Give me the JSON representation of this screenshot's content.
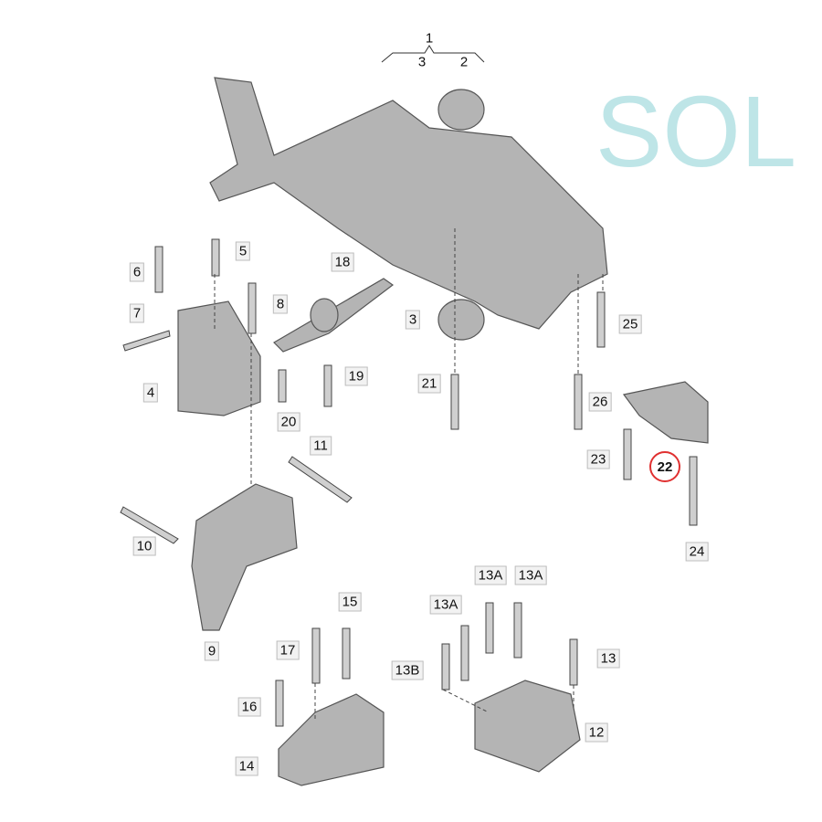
{
  "diagram": {
    "watermark": "SOL",
    "highlight_color": "#e03030",
    "part_color": "#a8a8a8",
    "labels": [
      {
        "id": "1",
        "text": "1"
      },
      {
        "id": "3a",
        "text": "3"
      },
      {
        "id": "2",
        "text": "2"
      },
      {
        "id": "6",
        "text": "6"
      },
      {
        "id": "5",
        "text": "5"
      },
      {
        "id": "8",
        "text": "8"
      },
      {
        "id": "7",
        "text": "7"
      },
      {
        "id": "18",
        "text": "18"
      },
      {
        "id": "3b",
        "text": "3"
      },
      {
        "id": "25",
        "text": "25"
      },
      {
        "id": "4",
        "text": "4"
      },
      {
        "id": "19",
        "text": "19"
      },
      {
        "id": "21",
        "text": "21"
      },
      {
        "id": "26",
        "text": "26"
      },
      {
        "id": "20",
        "text": "20"
      },
      {
        "id": "11",
        "text": "11"
      },
      {
        "id": "23",
        "text": "23"
      },
      {
        "id": "22",
        "text": "22"
      },
      {
        "id": "10",
        "text": "10"
      },
      {
        "id": "24",
        "text": "24"
      },
      {
        "id": "9",
        "text": "9"
      },
      {
        "id": "15",
        "text": "15"
      },
      {
        "id": "13Aa",
        "text": "13A"
      },
      {
        "id": "13Ab",
        "text": "13A"
      },
      {
        "id": "13Ac",
        "text": "13A"
      },
      {
        "id": "17",
        "text": "17"
      },
      {
        "id": "13",
        "text": "13"
      },
      {
        "id": "13B",
        "text": "13B"
      },
      {
        "id": "16",
        "text": "16"
      },
      {
        "id": "12",
        "text": "12"
      },
      {
        "id": "14",
        "text": "14"
      }
    ]
  }
}
